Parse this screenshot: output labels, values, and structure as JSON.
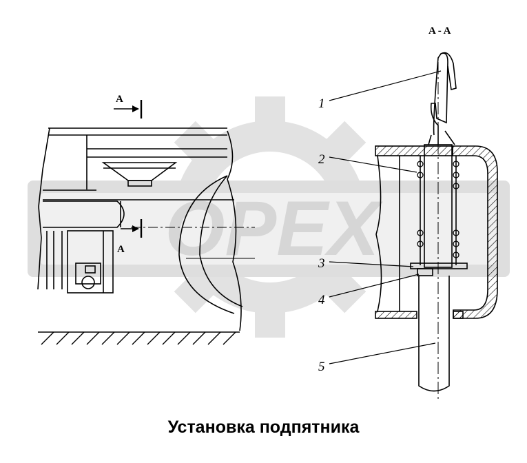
{
  "section_header": "A - A",
  "section_mark_top": "A",
  "section_mark_bottom": "A",
  "callouts": [
    {
      "number": "1"
    },
    {
      "number": "2"
    },
    {
      "number": "3"
    },
    {
      "number": "4"
    },
    {
      "number": "5"
    }
  ],
  "caption": "Установка подпятника",
  "watermark": "OPEX"
}
